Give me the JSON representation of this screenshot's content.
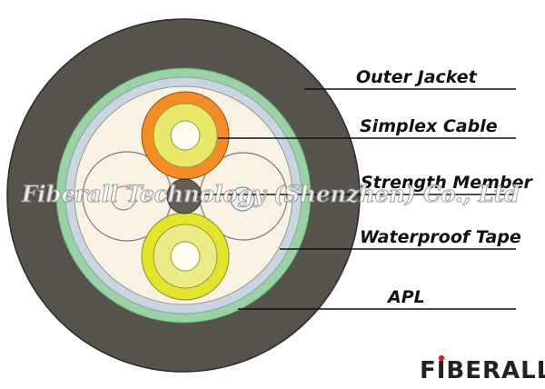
{
  "labels": {
    "outer_jacket": "Outer Jacket",
    "simplex_cable": "Simplex Cable",
    "strength_member": "Strength Member",
    "waterproof_tape": "Waterproof Tape",
    "apl": "APL"
  },
  "watermark": "Fiberall Technology (Shenzhen) Co., Ltd",
  "logo": {
    "text": "FIBERALL",
    "part1": "FIBER",
    "part2": "ALL"
  },
  "colors": {
    "outer_jacket": "#56524c",
    "apl": "#99d3a4",
    "waterproof_tape": "#c9d6e2",
    "core_fill": "#f7f2e4",
    "simplex_orange": "#f28c23",
    "simplex_yellow": "#e8e86a",
    "strength_member": "#615d57",
    "leader_line": "#111111",
    "logo_primary": "#222222",
    "logo_accent": "#d41f26"
  }
}
